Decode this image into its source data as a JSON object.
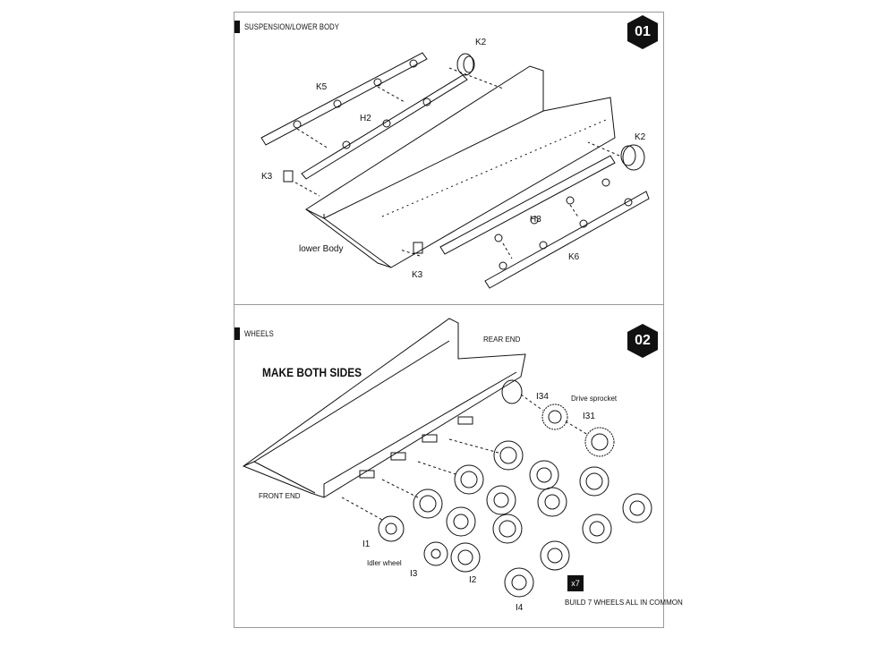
{
  "step1": {
    "number": "01",
    "title": "SUSPENSION/LOWER BODY",
    "labels": {
      "k2_top": "K2",
      "k5": "K5",
      "h2": "H2",
      "k2_right": "K2",
      "k3_left": "K3",
      "h3": "H3",
      "lower_body": "lower Body",
      "k6": "K6",
      "k3_bottom": "K3"
    }
  },
  "step2": {
    "number": "02",
    "title": "WHEELS",
    "labels": {
      "rear_end": "REAR END",
      "make_both_sides": "MAKE BOTH SIDES",
      "i34": "I34",
      "drive_sprocket": "Drive sprocket",
      "i31": "I31",
      "front_end": "FRONT END",
      "i1": "I1",
      "idler_wheel": "Idler wheel",
      "i3": "I3",
      "i2": "I2",
      "x7": "x7",
      "i4": "I4",
      "build_note": "BUILD 7 WHEELS ALL IN COMMON"
    }
  },
  "colors": {
    "ink": "#111111",
    "border": "#9a9a9a"
  }
}
